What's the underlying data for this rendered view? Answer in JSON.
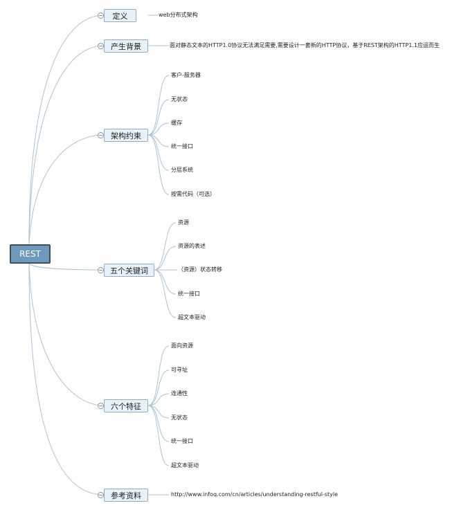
{
  "root": {
    "label": "REST"
  },
  "branches": [
    {
      "label": "定义",
      "children": [
        "web分布式架构"
      ]
    },
    {
      "label": "产生背景",
      "children": [
        "面对静态文本的HTTP1.0协议无法满足需要,需要设计一套新的HTTP协议，基于REST架构的HTTP1.1应运而生"
      ]
    },
    {
      "label": "架构约束",
      "children": [
        "客户-服务器",
        "无状态",
        "缓存",
        "统一接口",
        "分层系统",
        "按需代码（可选）"
      ]
    },
    {
      "label": "五个关键词",
      "children": [
        "资源",
        "资源的表述",
        "（资源）状态转移",
        "统一接口",
        "超文本驱动"
      ]
    },
    {
      "label": "六个特征",
      "children": [
        "面向资源",
        "可寻址",
        "连通性",
        "无状态",
        "统一接口",
        "超文本驱动"
      ]
    },
    {
      "label": "参考资料",
      "children": [
        "http://www.infoq.com/cn/articles/understanding-restful-style"
      ]
    }
  ]
}
